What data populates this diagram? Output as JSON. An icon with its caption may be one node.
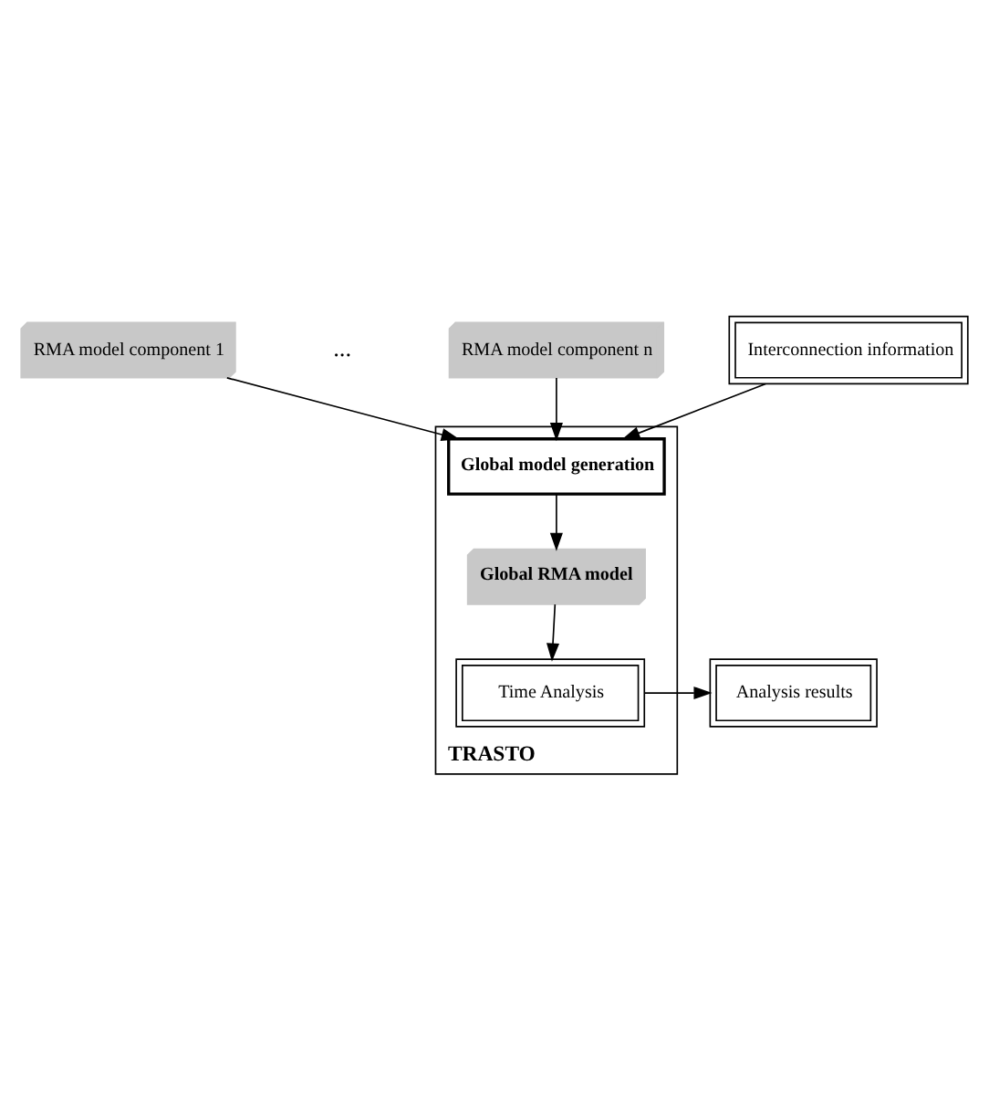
{
  "diagram": {
    "nodes": [
      {
        "text": [
          "RMA model component 1"
        ]
      },
      {
        "text": [
          "RMA model component n"
        ]
      },
      {
        "text": [
          "TRASTO"
        ]
      },
      {
        "text": [
          "Global model generation"
        ],
        "in": 2
      },
      {
        "text": [
          "Interconnection information"
        ]
      },
      {
        "text": [
          "Global RMA model"
        ],
        "in": 2
      },
      {
        "text": [
          "Time Analysis"
        ],
        "in": 2
      },
      {
        "text": [
          "Analysis results"
        ]
      }
    ],
    "edges": [
      {
        "from": 0,
        "to": 3,
        "arrow": "to"
      },
      {
        "from": 1,
        "to": 3,
        "arrow": "to"
      },
      {
        "from": 4,
        "to": 3,
        "arrow": "to"
      },
      {
        "from": 3,
        "to": 5,
        "arrow": "to"
      },
      {
        "from": 5,
        "to": 6,
        "arrow": "to"
      },
      {
        "from": 6,
        "to": 7,
        "arrow": "to"
      }
    ],
    "labels": [
      "..."
    ]
  }
}
